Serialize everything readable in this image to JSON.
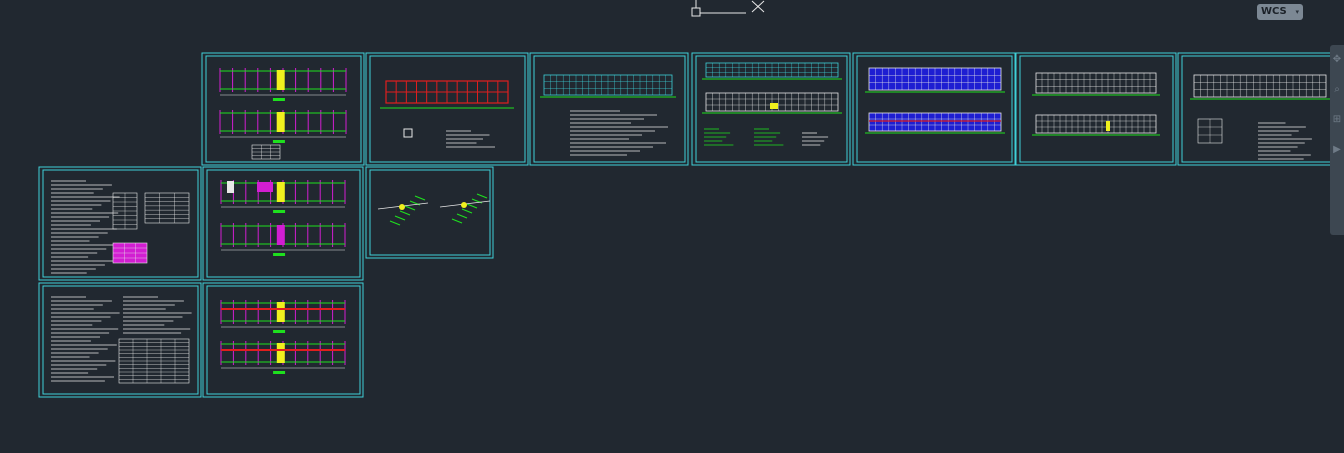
{
  "viewport": {
    "background": "#212830",
    "ucs_icon": "ucs-axis-icon",
    "wcs_label": "WCS",
    "wcs_caret": "▾",
    "nav_bar_glyphs": [
      "✥",
      "⌕",
      "⊞",
      "▶"
    ]
  },
  "colors": {
    "frame": "#3fd0d8",
    "paper": "#000000",
    "green": "#1ee01e",
    "red": "#e01e1e",
    "magenta": "#d21ed2",
    "white": "#e8e8e8",
    "yellow": "#f0f01e",
    "blue": "#1e1ed2",
    "cyan": "#3fd0d8"
  },
  "drawing_sheets": [
    {
      "id": "sheet-r1-1",
      "kind": "plan-pair"
    },
    {
      "id": "sheet-r1-2",
      "kind": "red-frame-plan"
    },
    {
      "id": "sheet-r1-3",
      "kind": "elevation-notes"
    },
    {
      "id": "sheet-r1-4",
      "kind": "elevations-details"
    },
    {
      "id": "sheet-r1-5",
      "kind": "blue-elevations"
    },
    {
      "id": "sheet-r1-6",
      "kind": "white-elevations"
    },
    {
      "id": "sheet-r1-7",
      "kind": "elevation-detail"
    },
    {
      "id": "sheet-r2-1",
      "kind": "general-notes"
    },
    {
      "id": "sheet-r2-2",
      "kind": "plan-pair-magenta"
    },
    {
      "id": "sheet-r2-3",
      "kind": "stair-details"
    },
    {
      "id": "sheet-r3-1",
      "kind": "notes-table"
    },
    {
      "id": "sheet-r3-2",
      "kind": "plan-pair-red"
    }
  ]
}
